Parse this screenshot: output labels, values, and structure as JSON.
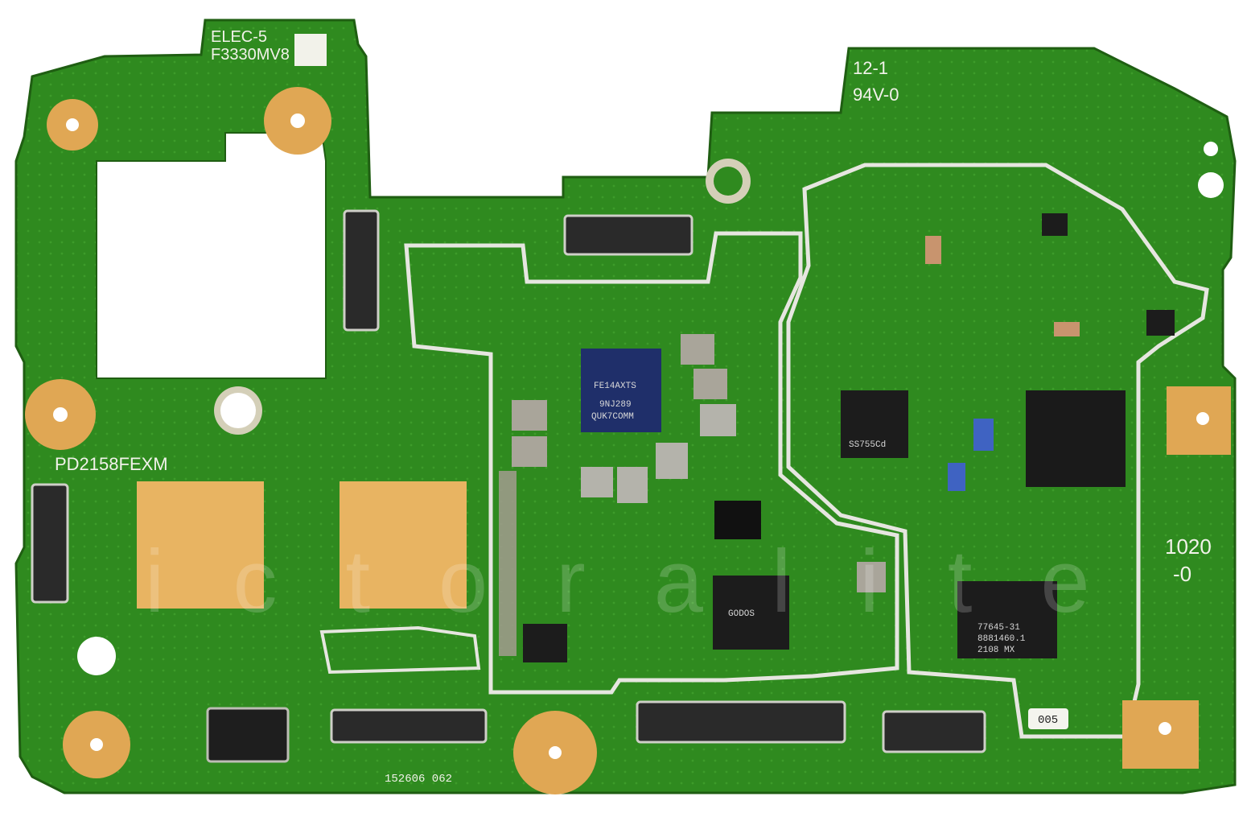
{
  "board": {
    "labels": {
      "top_part_top": "ELEC-5",
      "top_part_bottom": "F3330MV8",
      "rating_top": "12-1",
      "rating_bottom": "94V-0",
      "model": "PD2158FEXM",
      "right_code_top": "1020",
      "right_code_bottom": "-0",
      "serial": "152606  062",
      "tag": "005"
    },
    "chips": {
      "pmic_line1": "QUK7COMM",
      "pmic_line2": "9NJ289",
      "pmic_line3": "FE14AXTS",
      "mid_chip": "GODOS",
      "mid_chip2": "SS755Cd",
      "pa_line1": "77645-31",
      "pa_line2": "8881460.1",
      "pa_line3": "2108  MX"
    },
    "watermark": "ictoralite"
  },
  "colors": {
    "pcb": "#2f8a1f",
    "pcb_dark": "#226a15",
    "gold": "#e8b462",
    "gold_pad": "#dca457",
    "silk": "#f2f2ea",
    "chip": "#1c1c1c",
    "shield": "#d8d8d0"
  }
}
